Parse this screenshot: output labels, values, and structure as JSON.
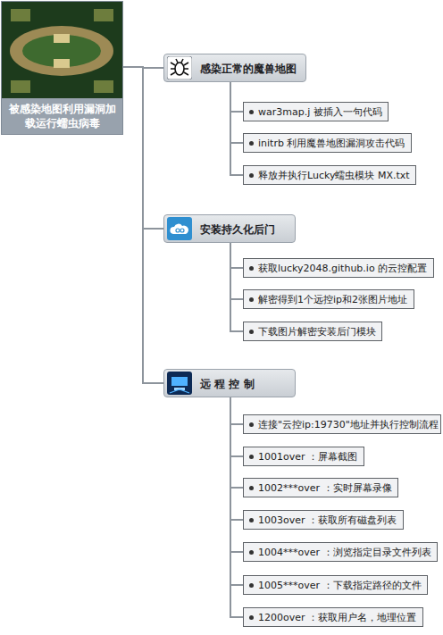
{
  "diagram": {
    "nodes": [
      {
        "text": [
          "被感染地图利用漏洞加载运行蠕虫病毒"
        ]
      },
      {
        "text": [
          "感染正常的魔兽地图"
        ]
      },
      {
        "text": [
          "war3map.j 被插入一句代码"
        ]
      },
      {
        "text": [
          "initrb 利用魔兽地图漏洞攻击代码"
        ]
      },
      {
        "text": [
          "释放并执行Lucky蠕虫模块 MX.txt"
        ]
      },
      {
        "text": [
          "安装持久化后门"
        ]
      },
      {
        "text": [
          "获取lucky2048.github.io 的云控配置"
        ]
      },
      {
        "text": [
          "解密得到1个远控ip和2张图片地址"
        ]
      },
      {
        "text": [
          "下载图片解密安装后门模块"
        ]
      },
      {
        "text": [
          "远 程 控 制"
        ]
      },
      {
        "text": [
          "连接\"云控ip:19730\"地址并执行控制流程"
        ]
      },
      {
        "text": [
          "1001over ：屏幕截图"
        ]
      },
      {
        "text": [
          "1002***over ：实时屏幕录像"
        ]
      },
      {
        "text": [
          "1003over ：获取所有磁盘列表"
        ]
      },
      {
        "text": [
          "1004***over ：浏览指定目录文件列表"
        ]
      },
      {
        "text": [
          "1005***over ：下载指定路径的文件"
        ]
      },
      {
        "text": [
          "1200over ：获取用户名，地理位置"
        ]
      }
    ],
    "edges": [
      {
        "from": 0,
        "to": 1,
        "arrow": "none"
      },
      {
        "from": 0,
        "to": 5,
        "arrow": "none"
      },
      {
        "from": 0,
        "to": 9,
        "arrow": "none"
      },
      {
        "from": 1,
        "to": 2,
        "arrow": "none"
      },
      {
        "from": 1,
        "to": 3,
        "arrow": "none"
      },
      {
        "from": 1,
        "to": 4,
        "arrow": "none"
      },
      {
        "from": 5,
        "to": 6,
        "arrow": "none"
      },
      {
        "from": 5,
        "to": 7,
        "arrow": "none"
      },
      {
        "from": 5,
        "to": 8,
        "arrow": "none"
      },
      {
        "from": 9,
        "to": 10,
        "arrow": "none"
      },
      {
        "from": 9,
        "to": 11,
        "arrow": "none"
      },
      {
        "from": 9,
        "to": 12,
        "arrow": "none"
      },
      {
        "from": 9,
        "to": 13,
        "arrow": "none"
      },
      {
        "from": 9,
        "to": 14,
        "arrow": "none"
      },
      {
        "from": 9,
        "to": 15,
        "arrow": "none"
      },
      {
        "from": 9,
        "to": 16,
        "arrow": "none"
      }
    ]
  }
}
